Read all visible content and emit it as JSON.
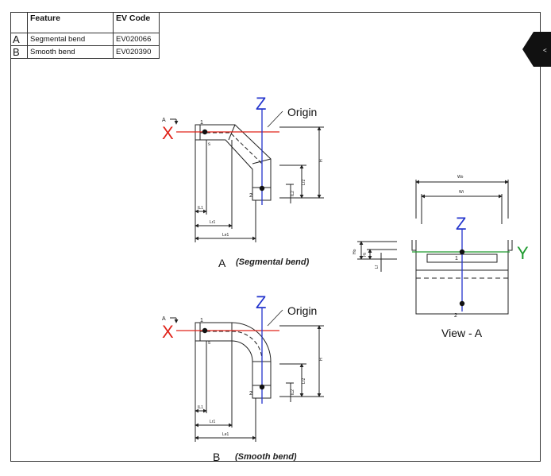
{
  "table": {
    "headers": [
      "",
      "Feature",
      "EV Code"
    ],
    "rows": [
      {
        "key": "A",
        "feature": "Segmental bend",
        "code": "EV020066"
      },
      {
        "key": "B",
        "feature": "Smooth bend",
        "code": "EV020390"
      }
    ]
  },
  "diagram_a": {
    "letter": "A",
    "caption": "(Segmental bend)",
    "view_label": "A",
    "axis_x": "X",
    "axis_z": "Z",
    "origin": "Origin",
    "point1": "1",
    "point2": "2",
    "s_label": "s",
    "dim_il1": "IL1",
    "dim_lr1": "Lr1",
    "dim_le1": "Le1",
    "dim_h": "H",
    "dim_lr2": "Lr2",
    "dim_il2": "IL2"
  },
  "diagram_b": {
    "letter": "B",
    "caption": "(Smooth bend)",
    "view_label": "A",
    "axis_x": "X",
    "axis_z": "Z",
    "origin": "Origin",
    "point1": "1",
    "point2": "2",
    "s_label": "s",
    "dim_il1": "IL1",
    "dim_lr1": "Lr1",
    "dim_le1": "Le1",
    "dim_h": "H",
    "dim_lr2": "Lr2",
    "dim_il2": "IL2"
  },
  "view_a": {
    "title": "View - A",
    "axis_z": "Z",
    "axis_y": "Y",
    "dim_wo": "Wo",
    "dim_wi": "Wi",
    "dim_ho": "Ho",
    "dim_hi": "Hi",
    "dim_lf": "Lf",
    "point1": "1",
    "point2": "2"
  },
  "colors": {
    "x_axis": "#e0241b",
    "z_axis": "#2233cc",
    "y_axis": "#1d9a2e",
    "line": "#222222"
  }
}
